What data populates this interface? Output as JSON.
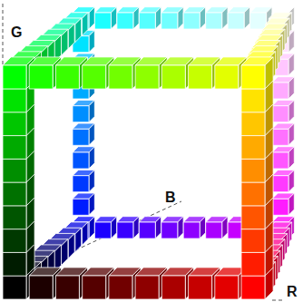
{
  "diagram": {
    "labels": [
      "G",
      "B",
      "R"
    ]
  }
}
